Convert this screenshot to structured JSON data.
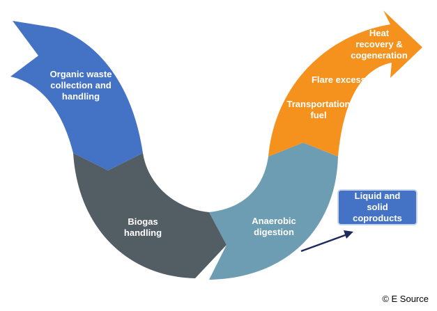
{
  "colors": {
    "collection": "#4472c4",
    "biogas": "#525d64",
    "digestion": "#6d9db2",
    "outputs": "#f5921e",
    "coproducts_box": "#4472c4",
    "arrow": "#1f2a5c"
  },
  "stages": {
    "collection": "Organic waste\ncollection and\nhandling",
    "biogas": "Biogas\nhandling",
    "digestion": "Anaerobic\ndigestion"
  },
  "outputs": {
    "heat": "Heat\nrecovery &\ncogeneration",
    "flare": "Flare excess",
    "transport": "Transportation\nfuel"
  },
  "coproducts": "Liquid and\nsolid\ncoproducts",
  "copyright": "© E Source"
}
